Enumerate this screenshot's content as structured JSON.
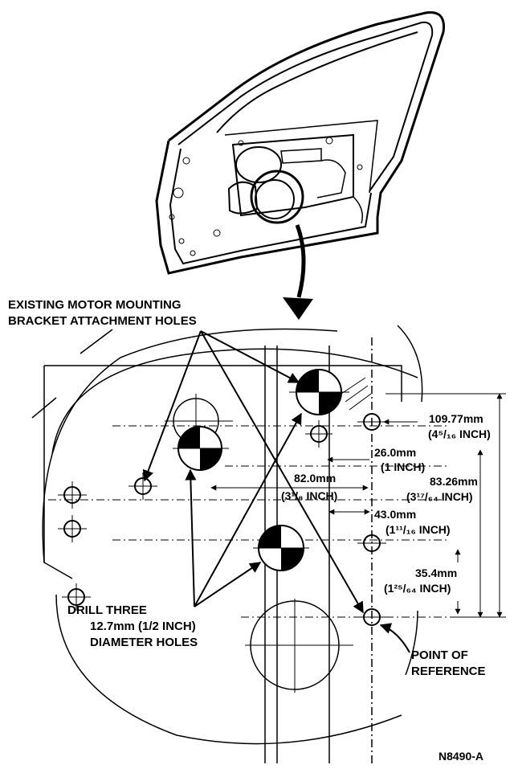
{
  "labels": {
    "existing_holes_line1": "EXISTING MOTOR MOUNTING",
    "existing_holes_line2": "BRACKET ATTACHMENT HOLES",
    "drill_line1": "DRILL THREE",
    "drill_line2": "12.7mm (1/2 INCH)",
    "drill_line3": "DIAMETER HOLES",
    "reference_line1": "POINT OF",
    "reference_line2": "REFERENCE",
    "figure_id": "N8490-A"
  },
  "dimensions": {
    "d109_mm": "109.77mm",
    "d109_in": "(4⁵/₁₆ INCH)",
    "d26_mm": "26.0mm",
    "d26_in": "(1 INCH)",
    "d82_mm": "82.0mm",
    "d82_in": "(3¹/₈ INCH)",
    "d83_mm": "83.26mm",
    "d83_in": "(3¹⁷/₆₄ INCH)",
    "d43_mm": "43.0mm",
    "d43_in": "(1¹¹/₁₆ INCH)",
    "d35_mm": "35.4mm",
    "d35_in": "(1²⁵/₆₄ INCH)"
  }
}
